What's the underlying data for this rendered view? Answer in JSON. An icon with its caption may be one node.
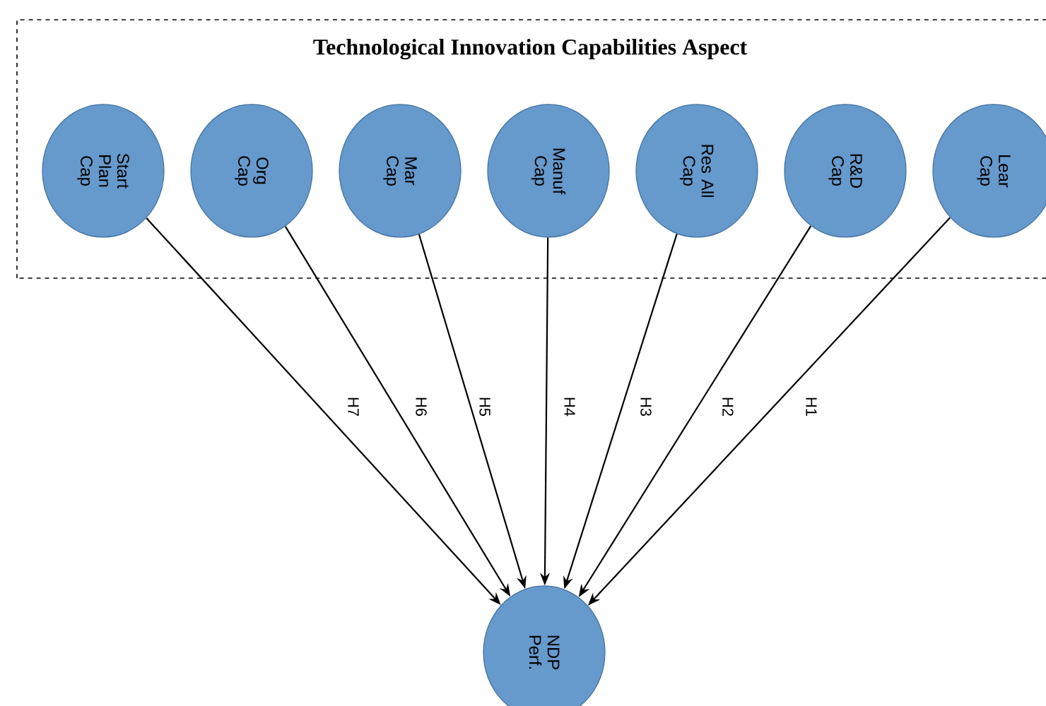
{
  "diagram": {
    "nodes": [
      {
        "text": [
          "Technological Innovation Capabilities Aspect"
        ]
      },
      {
        "text": [
          "Start Plan Cap"
        ],
        "in": 0
      },
      {
        "text": [
          "Org Cap"
        ],
        "in": 0
      },
      {
        "text": [
          "Mar Cap"
        ],
        "in": 0
      },
      {
        "text": [
          "Manuf Cap"
        ],
        "in": 0
      },
      {
        "text": [
          "Res All Cap"
        ],
        "in": 0
      },
      {
        "text": [
          "R&D Cap"
        ],
        "in": 0
      },
      {
        "text": [
          "Lear Cap"
        ],
        "in": 0
      },
      {
        "text": [
          "NDP Perf."
        ]
      }
    ],
    "edges": [
      {
        "from": 1,
        "to": 8,
        "arrow": "to",
        "label": "H7"
      },
      {
        "from": 2,
        "to": 8,
        "arrow": "to",
        "label": "H6"
      },
      {
        "from": 3,
        "to": 8,
        "arrow": "to",
        "label": "H5"
      },
      {
        "from": 4,
        "to": 8,
        "arrow": "to",
        "label": "H4"
      },
      {
        "from": 5,
        "to": 8,
        "arrow": "to",
        "label": "H3"
      },
      {
        "from": 6,
        "to": 8,
        "arrow": "to",
        "label": "H2"
      },
      {
        "from": 7,
        "to": 8,
        "arrow": "to",
        "label": "H1"
      }
    ]
  }
}
